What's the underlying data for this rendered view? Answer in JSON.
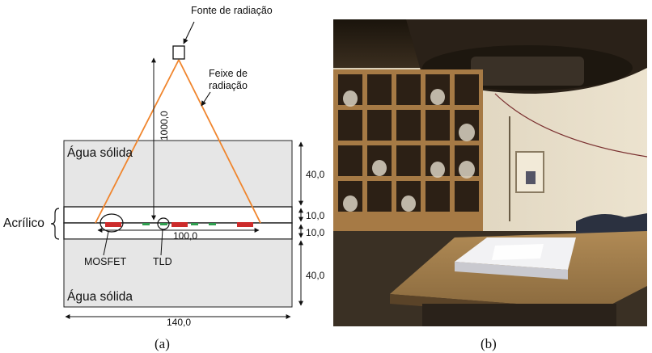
{
  "panel_a": {
    "source_label": "Fonte de radiação",
    "beam_label_line1": "Feixe de",
    "beam_label_line2": "radiação",
    "sad": "1000,0",
    "water_top": "Água sólida",
    "water_bottom": "Água sólida",
    "acrylic": "Acrílico",
    "dim_top_water": "40,0",
    "dim_acrylic_upper": "10,0",
    "dim_acrylic_lower": "10,0",
    "dim_bottom_water": "40,0",
    "dim_field": "100,0",
    "dim_width": "140,0",
    "mosfet": "MOSFET",
    "tld": "TLD",
    "caption": "(a)",
    "colors": {
      "beam": "#f0852d",
      "mosfet": "#cc2b2b",
      "tld": "#2e9e4f",
      "slab": "#e6e6e6"
    }
  },
  "panel_b": {
    "caption": "(b)",
    "photo": "linac-room-photo"
  }
}
